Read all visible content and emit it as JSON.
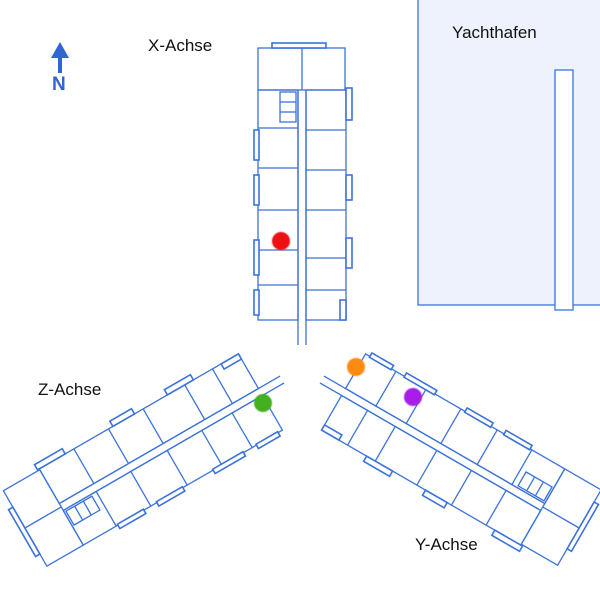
{
  "labels": {
    "x_axis": "X-Achse",
    "y_axis": "Y-Achse",
    "z_axis": "Z-Achse",
    "harbor": "Yachthafen",
    "north": "N"
  },
  "markers": [
    {
      "name": "red",
      "color": "#ee1111",
      "wing": "X-Achse"
    },
    {
      "name": "orange",
      "color": "#ff8a10",
      "wing": "Y-Achse"
    },
    {
      "name": "purple",
      "color": "#a81ee8",
      "wing": "Y-Achse"
    },
    {
      "name": "green",
      "color": "#44b020",
      "wing": "Z-Achse"
    }
  ],
  "colors": {
    "wall": "#3b72dc",
    "harbor_fill": "#eef2fc",
    "north": "#2f66d0"
  }
}
